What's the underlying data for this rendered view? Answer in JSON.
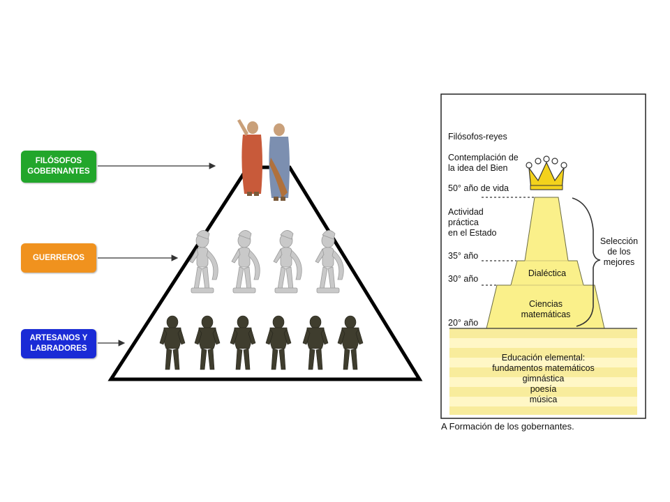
{
  "colors": {
    "green": "#22a62b",
    "orange": "#f0921e",
    "blue": "#1a2bd6",
    "step_yellow": "#faf08a",
    "band_a": "#f8ec9c",
    "band_b": "#f2e58e",
    "crown_gold": "#f3d21c",
    "figure_white": "#cfcfcf",
    "figure_bronze": "#3a3a2a",
    "figure_red": "#c85a3a"
  },
  "left": {
    "boxes": [
      {
        "text": "FILÓSOFOS\nGOBERNANTES",
        "color": "#22a62b"
      },
      {
        "text": "GUERREROS",
        "color": "#f0921e"
      },
      {
        "text": "ARTESANOS Y\nLABRADORES",
        "color": "#1a2bd6"
      }
    ],
    "icons": {
      "philosophers": "philosopher-figures-icon",
      "warriors": "warrior-statue-icon",
      "artisans": "bronze-figure-icon"
    }
  },
  "right": {
    "title": "Filósofos-reyes",
    "contemplation": "Contemplación de\nla idea del Bien",
    "age50": "50° año de vida",
    "activity": "Actividad\npráctica\nen el Estado",
    "age35": "35° año",
    "age30": "30° año",
    "age20": "20° año",
    "dialectica": "Dialéctica",
    "ciencias": "Ciencias\nmatemáticas",
    "seleccion": "Selección\nde los\nmejores",
    "education": [
      "Educación elemental:",
      "fundamentos matemáticos",
      "gimnástica",
      "poesía",
      "música"
    ],
    "caption": "A  Formación de los gobernantes."
  }
}
